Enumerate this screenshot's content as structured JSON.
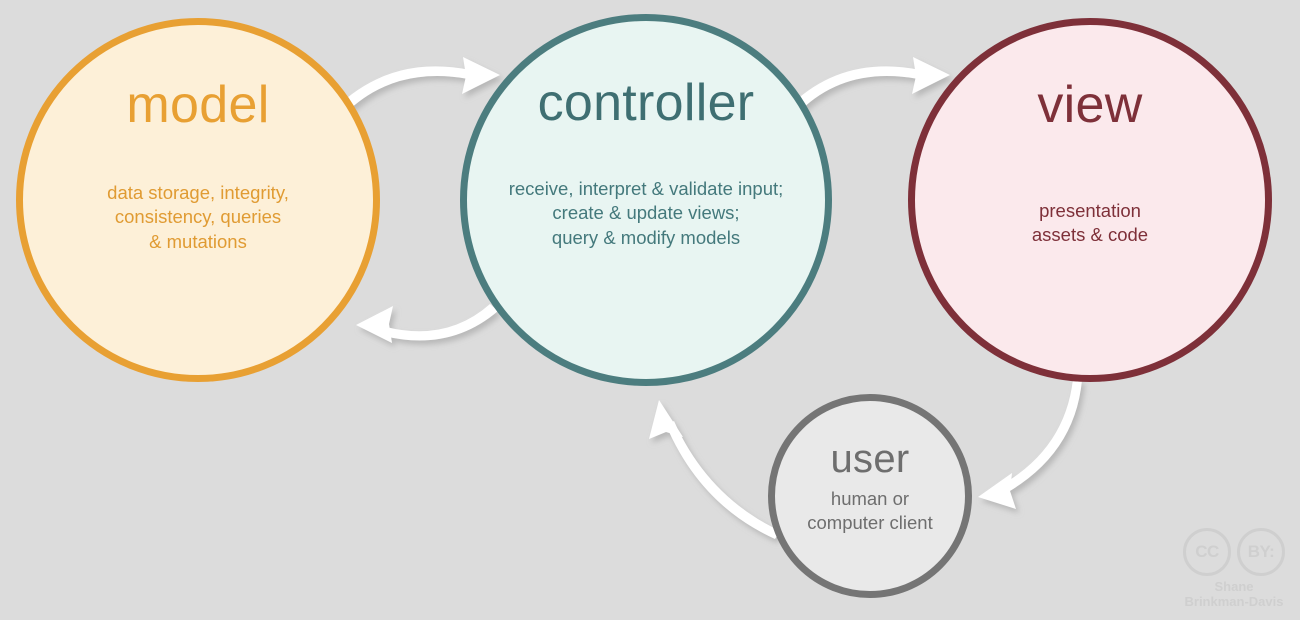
{
  "diagram": {
    "background_color": "#dcdcdc",
    "title": "model view controller flow diagram"
  },
  "nodes": {
    "model": {
      "title": "model",
      "description": "data storage, integrity,\nconsistency, queries\n& mutations",
      "fill_color": "#fdf0d8",
      "border_color": "#e8a033",
      "text_color": "#e8a033"
    },
    "controller": {
      "title": "controller",
      "description": "receive, interpret & validate input;\ncreate & update views;\nquery & modify models",
      "fill_color": "#e8f5f2",
      "border_color": "#4c7d7f",
      "text_color": "#3f6f72"
    },
    "view": {
      "title": "view",
      "description": "presentation\nassets & code",
      "fill_color": "#fbe9ec",
      "border_color": "#7e3039",
      "text_color": "#7e3039"
    },
    "user": {
      "title": "user",
      "description": "human or\ncomputer client",
      "fill_color": "#e9e9e9",
      "border_color": "#757575",
      "text_color": "#6e6e6e"
    }
  },
  "arrows": [
    {
      "name": "model-to-controller",
      "from": "model",
      "to": "controller",
      "color": "#ffffff"
    },
    {
      "name": "controller-to-model",
      "from": "controller",
      "to": "model",
      "color": "#ffffff"
    },
    {
      "name": "controller-to-view",
      "from": "controller",
      "to": "view",
      "color": "#ffffff"
    },
    {
      "name": "view-to-user",
      "from": "view",
      "to": "user",
      "color": "#ffffff"
    },
    {
      "name": "user-to-controller",
      "from": "user",
      "to": "controller",
      "color": "#ffffff"
    }
  ],
  "license": {
    "cc_mark": "CC",
    "by_mark": "BY:",
    "attribution": "Shane\nBrinkman-Davis",
    "color": "#cfcfcf"
  }
}
